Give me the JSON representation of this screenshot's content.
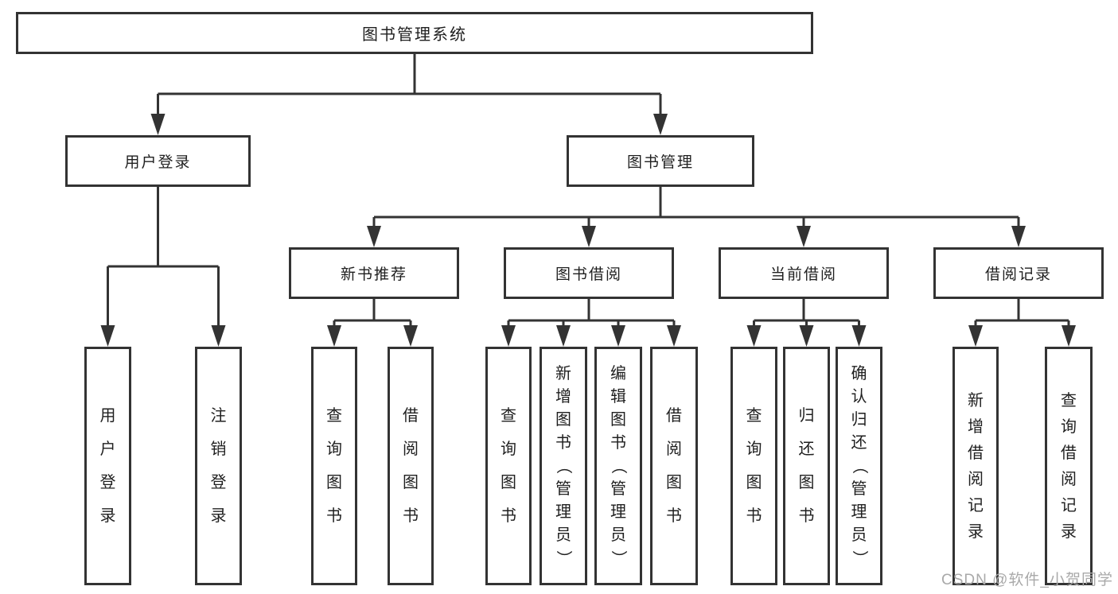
{
  "colors": {
    "line": "#333333",
    "text": "#1f1f1f",
    "background": "#ffffff",
    "watermark": "#a9a9a9"
  },
  "watermark": "CSDN @软件_小贺同学",
  "tree": {
    "root": {
      "label": "图书管理系统"
    },
    "branches": [
      {
        "label": "用户登录",
        "children": [
          {
            "label": "用户登录"
          },
          {
            "label": "注销登录"
          }
        ]
      },
      {
        "label": "图书管理",
        "children": [
          {
            "label": "新书推荐",
            "children": [
              {
                "label": "查询图书"
              },
              {
                "label": "借阅图书"
              }
            ]
          },
          {
            "label": "图书借阅",
            "children": [
              {
                "label": "查询图书"
              },
              {
                "label": "新增图书（管理员）"
              },
              {
                "label": "编辑图书（管理员）"
              },
              {
                "label": "借阅图书"
              }
            ]
          },
          {
            "label": "当前借阅",
            "children": [
              {
                "label": "查询图书"
              },
              {
                "label": "归还图书"
              },
              {
                "label": "确认归还（管理员）"
              }
            ]
          },
          {
            "label": "借阅记录",
            "children": [
              {
                "label": "新增借阅记录"
              },
              {
                "label": "查询借阅记录"
              }
            ]
          }
        ]
      }
    ]
  }
}
